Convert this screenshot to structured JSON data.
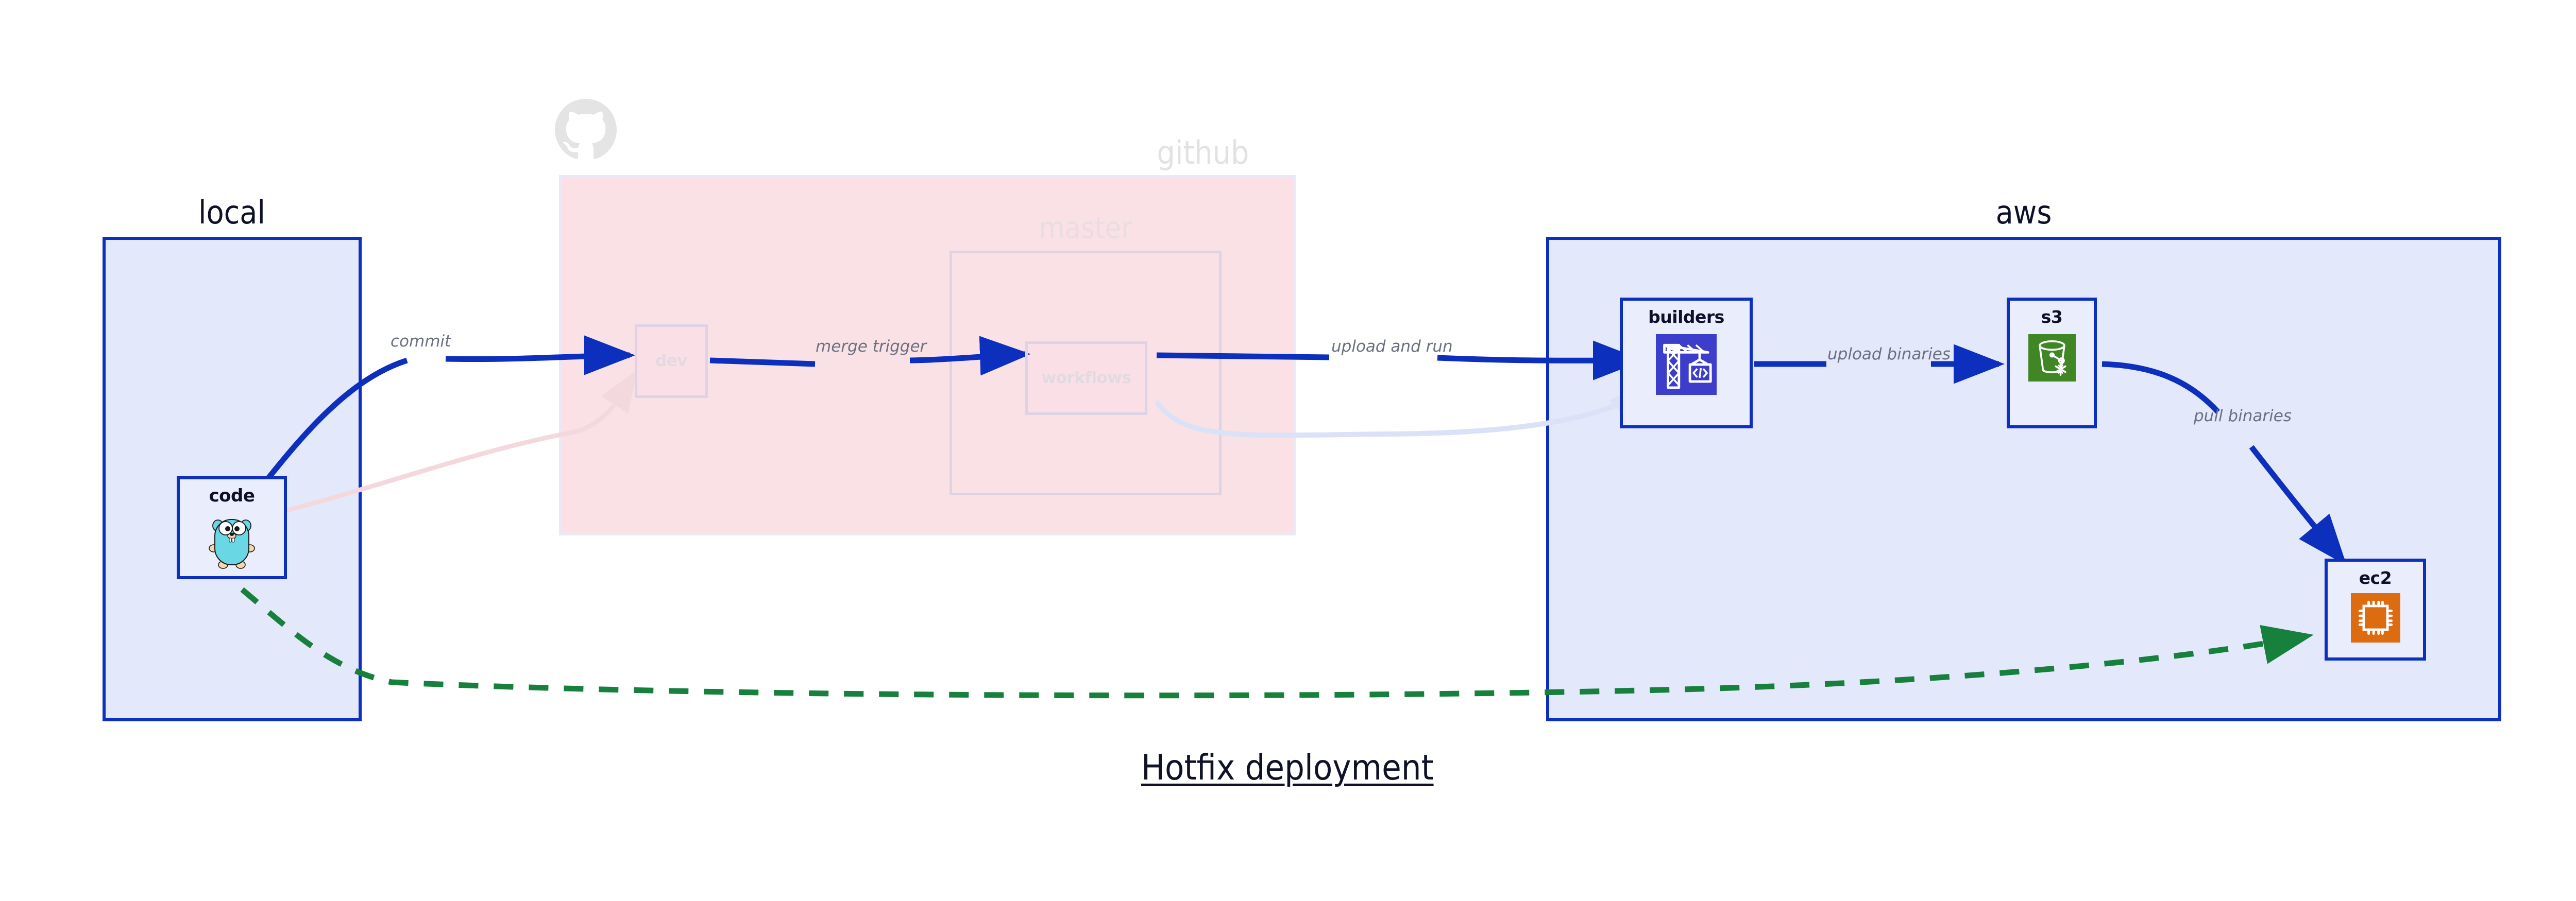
{
  "diagram": {
    "title": "Hotfix deployment",
    "clusters": [
      {
        "id": "local",
        "label": "local"
      },
      {
        "id": "github",
        "label": "github"
      },
      {
        "id": "master",
        "label": "master"
      },
      {
        "id": "aws",
        "label": "aws"
      }
    ],
    "nodes": [
      {
        "id": "code",
        "label": "code",
        "icon": "go-gopher-icon",
        "state": "active"
      },
      {
        "id": "dev",
        "label": "dev",
        "icon": "none",
        "state": "faded"
      },
      {
        "id": "workflows",
        "label": "workflows",
        "icon": "none",
        "state": "faded"
      },
      {
        "id": "builders",
        "label": "builders",
        "icon": "aws-codebuild-icon",
        "state": "active"
      },
      {
        "id": "s3",
        "label": "s3",
        "icon": "aws-s3-glacier-icon",
        "state": "active"
      },
      {
        "id": "ec2",
        "label": "ec2",
        "icon": "aws-ec2-icon",
        "state": "active"
      }
    ],
    "edges": [
      {
        "id": "e-commit",
        "from": "code",
        "to": "dev",
        "label": "commit",
        "style": "solid",
        "state": "active"
      },
      {
        "id": "e-merge-trigger",
        "from": "dev",
        "to": "workflows",
        "label": "merge trigger",
        "style": "solid",
        "state": "active"
      },
      {
        "id": "e-upload-and-run",
        "from": "workflows",
        "to": "builders",
        "label": "upload and run",
        "style": "solid",
        "state": "active"
      },
      {
        "id": "e-upload-binaries",
        "from": "builders",
        "to": "s3",
        "label": "upload binaries",
        "style": "solid",
        "state": "active"
      },
      {
        "id": "e-pull-binaries",
        "from": "s3",
        "to": "ec2",
        "label": "pull binaries",
        "style": "solid",
        "state": "active"
      },
      {
        "id": "e-hotfix",
        "from": "code",
        "to": "ec2",
        "label": "",
        "style": "dashed",
        "state": "active"
      },
      {
        "id": "e-ghost-commit",
        "from": "code",
        "to": "dev",
        "label": "",
        "style": "solid",
        "state": "faded"
      },
      {
        "id": "e-ghost-upload",
        "from": "workflows",
        "to": "builders",
        "label": "",
        "style": "solid",
        "state": "faded"
      }
    ],
    "logo": {
      "name": "github-octocat-logo",
      "state": "faded"
    }
  },
  "colors": {
    "edge_active": "#0d2fbe",
    "edge_hotfix": "#17803d",
    "edge_ghost_pink": "#f7dde2",
    "edge_ghost_blue": "#dfe5fa",
    "cluster_blue_fill": "#e3e8fb",
    "cluster_blue_border": "#0d2fbe",
    "cluster_pink_fill": "#fae1e6",
    "node_fill": "#eaeefc",
    "label_text": "#6a7080",
    "title_text": "#0f1226",
    "icon_codebuild": "#3c3ecb",
    "icon_glacier": "#3f8624",
    "icon_ec2": "#dd6b10",
    "gopher_body": "#6ad7e5",
    "octocat_grey": "#e4e4e4"
  }
}
